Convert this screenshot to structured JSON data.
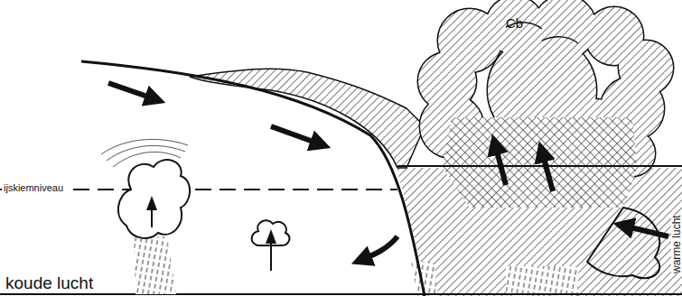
{
  "diagram": {
    "labels": [
      "Cb",
      "ijskiemniveau",
      "koude lucht",
      "warme lucht"
    ]
  }
}
